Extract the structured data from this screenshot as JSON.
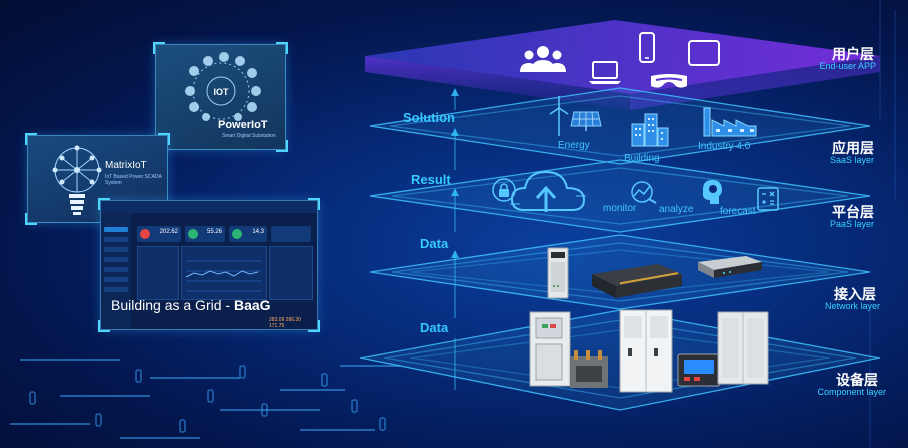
{
  "cards": {
    "poweriot": {
      "title": "PowerIoT",
      "subtitle": "Smart Digital Substation"
    },
    "matrixiot": {
      "title": "MatrixIoT",
      "subtitle": "IoT Based Power SCADA System"
    },
    "baag": {
      "caption_prefix": "Building as a Grid - ",
      "caption_bold": "BaaG"
    },
    "dashboard": {
      "kpis": [
        "202.62",
        "55.26",
        "14.3"
      ],
      "footer_value": "283.09 286.30 171.75"
    }
  },
  "layers": [
    {
      "cn": "用户层",
      "en": "End-user APP"
    },
    {
      "cn": "应用层",
      "en": "SaaS layer"
    },
    {
      "cn": "平台层",
      "en": "PaaS layer"
    },
    {
      "cn": "接入层",
      "en": "Network layer"
    },
    {
      "cn": "设备层",
      "en": "Component layer"
    }
  ],
  "flow_labels": [
    "Solution",
    "Result",
    "Data",
    "Data"
  ],
  "app_nodes": [
    "Energy",
    "Building",
    "Industry 4.0"
  ],
  "platform_nodes": [
    "monitor",
    "analyze",
    "forecast"
  ],
  "colors": {
    "accent": "#35c9ff",
    "user_layer": "#6a2fd6",
    "layer_line": "#39b8ff",
    "background": "#062a78"
  },
  "icons": {
    "user_layer": [
      "users-icon",
      "laptop-icon",
      "phone-icon",
      "tablet-icon",
      "vr-headset-icon"
    ],
    "app_layer": [
      "wind-turbine-icon",
      "solar-panel-icon",
      "buildings-icon",
      "factory-icon"
    ],
    "platform_layer": [
      "lock-icon",
      "cloud-upload-icon",
      "line-chart-icon",
      "brain-gear-icon",
      "calculator-icon"
    ],
    "network_layer": [
      "gateway-device-icon",
      "io-module-icon",
      "server-rack-icon"
    ],
    "component_layer": [
      "switchgear-cabinet-icon",
      "circuit-breaker-icon",
      "distribution-panel-icon",
      "power-meter-icon",
      "control-cabinet-icon"
    ]
  }
}
